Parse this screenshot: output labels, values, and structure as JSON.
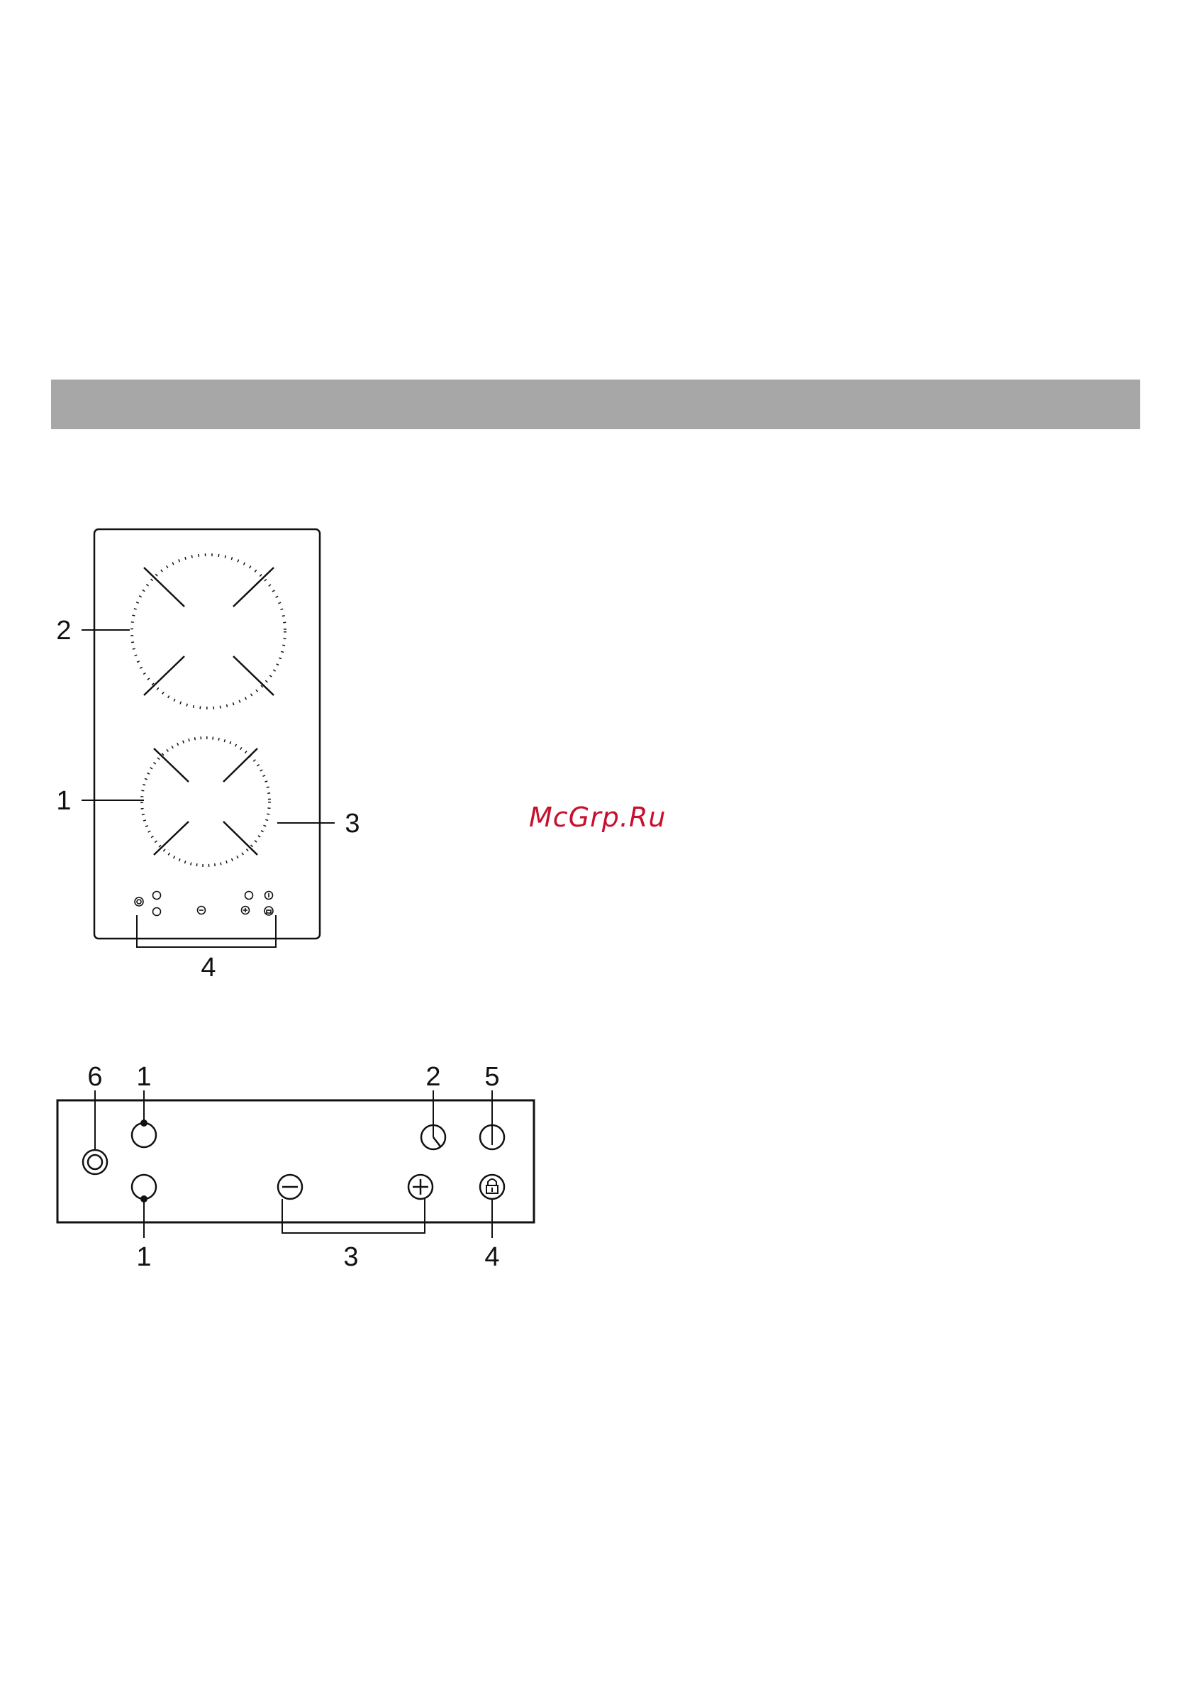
{
  "watermark": {
    "text": "McGrp.Ru",
    "color": "#c8102e"
  },
  "section_band": {
    "color": "#a7a7a7"
  },
  "hob_diagram": {
    "callouts": {
      "small_zone": "1",
      "large_zone": "2",
      "zone_ring": "3",
      "control_panel": "4"
    }
  },
  "control_panel_diagram": {
    "callouts": {
      "zone_select_top": "1",
      "zone_select_bottom": "1",
      "timer": "2",
      "minus_plus": "3",
      "lock": "4",
      "power": "5",
      "indicator": "6"
    },
    "icons": [
      "zone-select-icon",
      "indicator-ring-icon",
      "clock-icon",
      "power-icon",
      "minus-icon",
      "plus-icon",
      "lock-icon"
    ]
  }
}
